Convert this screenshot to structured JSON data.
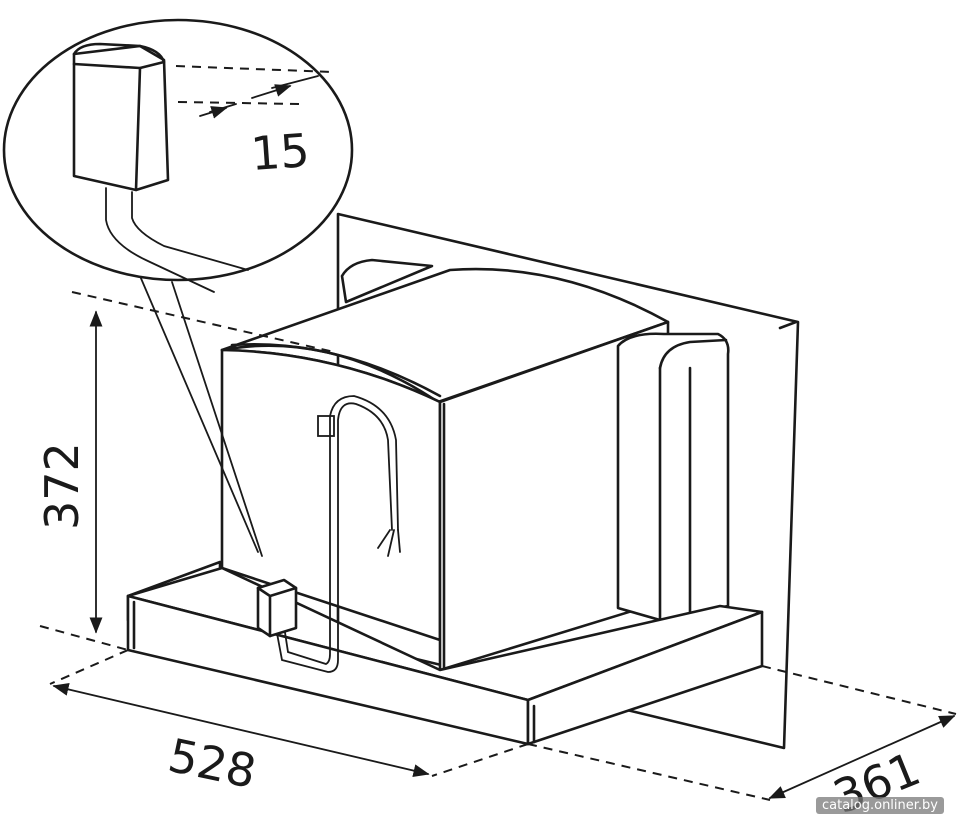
{
  "dimensions": {
    "width_label": "528",
    "height_label": "372",
    "depth_label": "361",
    "detail_label": "15"
  },
  "watermark": "catalog.onliner.by"
}
